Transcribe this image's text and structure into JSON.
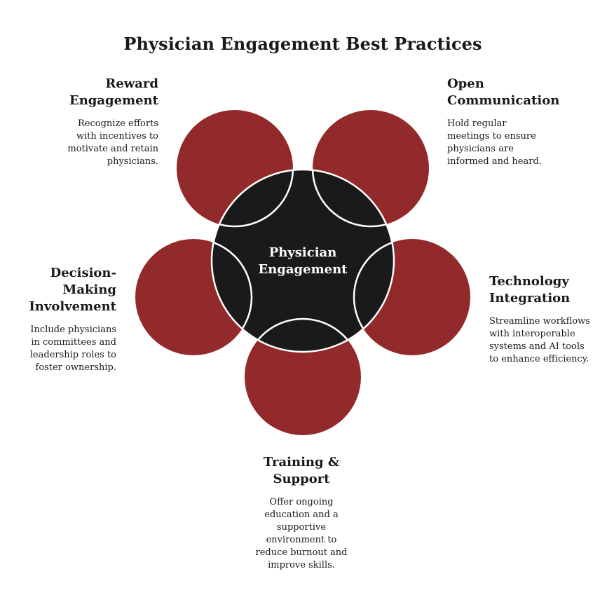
{
  "title": "Physician Engagement Best Practices",
  "center": {
    "line1": "Physician",
    "line2": "Engagement"
  },
  "colors": {
    "petal": "#922a2b",
    "hub": "#1a1a1a",
    "outline": "#ffffff"
  },
  "items": [
    {
      "title": "Reward\nEngagement",
      "description": "Recognize efforts\nwith incentives to\nmotivate and retain\nphysicians."
    },
    {
      "title": "Open\nCommunication",
      "description": "Hold regular\nmeetings to ensure\nphysicians are\ninformed and heard."
    },
    {
      "title": "Technology\nIntegration",
      "description": "Streamline workflows\nwith interoperable\nsystems and AI tools\nto enhance efficiency."
    },
    {
      "title": "Training &\nSupport",
      "description": "Offer ongoing\neducation and a\nsupportive\nenvironment to\nreduce burnout and\nimprove skills."
    },
    {
      "title": "Decision-\nMaking\nInvolvement",
      "description": "Include physicians\nin committees and\nleadership roles to\nfoster ownership."
    }
  ]
}
